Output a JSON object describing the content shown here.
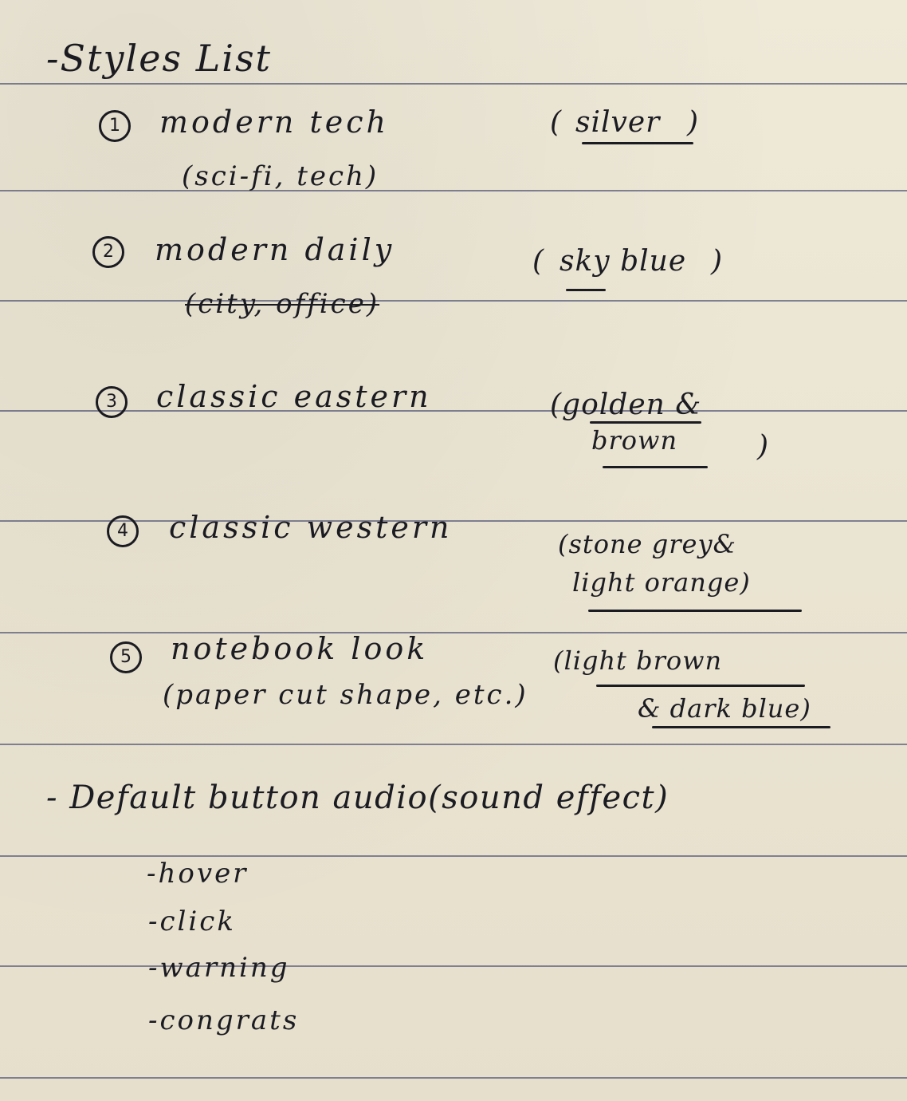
{
  "heading": "-Styles List",
  "styles": [
    {
      "number": "1",
      "name": "modern tech",
      "detail": "(sci-fi, tech)",
      "color_open": "(",
      "color_text": "silver",
      "color_close": ")"
    },
    {
      "number": "2",
      "name": "modern daily",
      "detail": "(city, office)",
      "color_open": "(",
      "color_text": "sky blue",
      "color_close": ")"
    },
    {
      "number": "3",
      "name": "classic eastern",
      "detail": "",
      "color_line1": "(golden &",
      "color_line2": "brown",
      "color_close": ")"
    },
    {
      "number": "4",
      "name": "classic western",
      "detail": "",
      "color_line1": "(stone grey&",
      "color_line2": "light orange)"
    },
    {
      "number": "5",
      "name": "notebook look",
      "detail": "(paper cut shape, etc.)",
      "color_line1": "(light brown",
      "color_line2": "& dark blue)"
    }
  ],
  "audio": {
    "heading": "- Default button audio(sound effect)",
    "items": [
      "-hover",
      "-click",
      "-warning",
      "-congrats"
    ]
  }
}
